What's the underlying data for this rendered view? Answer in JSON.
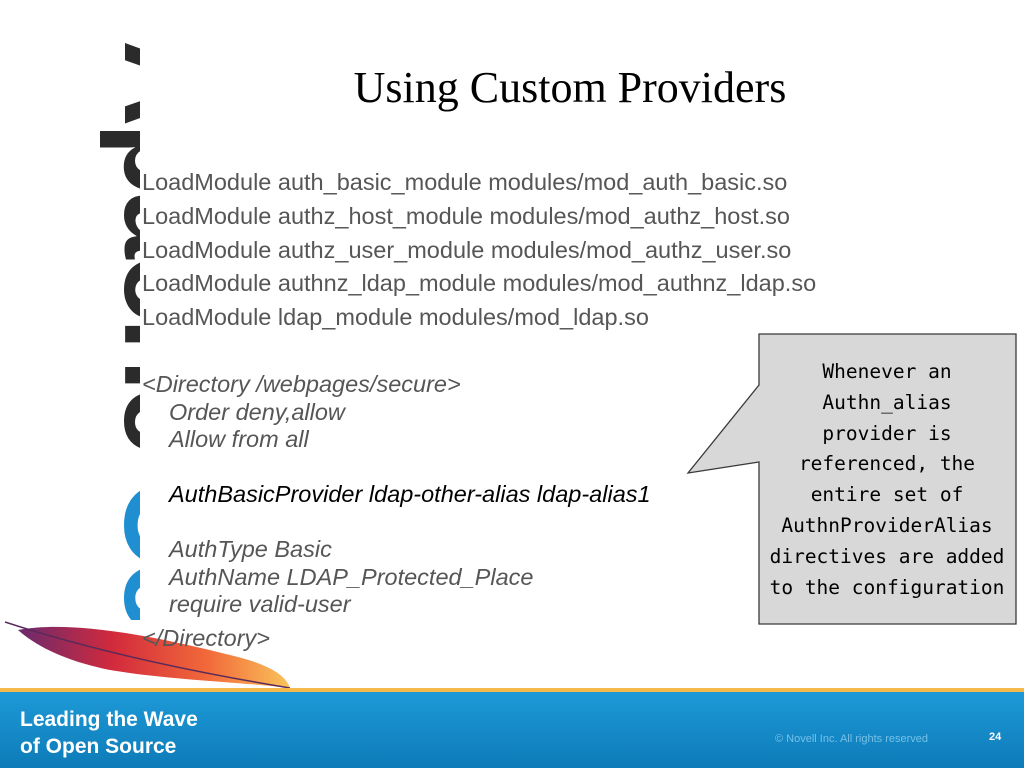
{
  "slide": {
    "title": "Using Custom Providers",
    "logo_text": "ApacheCon",
    "module_lines": [
      "LoadModule auth_basic_module modules/mod_auth_basic.so",
      "LoadModule authz_host_module modules/mod_authz_host.so",
      "LoadModule authz_user_module modules/mod_authz_user.so",
      "LoadModule authnz_ldap_module modules/mod_authnz_ldap.so",
      "LoadModule ldap_module modules/mod_ldap.so"
    ],
    "directory": {
      "open": "<Directory /webpages/secure>",
      "order": "Order deny,allow",
      "allow": "Allow from all",
      "provider": "AuthBasicProvider ldap-other-alias ldap-alias1",
      "auth_type": "AuthType Basic",
      "auth_name": "AuthName LDAP_Protected_Place",
      "require": "require valid-user",
      "close": "</Directory>"
    },
    "callout_lines": [
      "Whenever an",
      "Authn_alias",
      "provider is",
      "referenced, the",
      "entire set of",
      "AuthnProviderAlias",
      "directives are added",
      "to the configuration"
    ]
  },
  "footer": {
    "tagline_line1": "Leading the Wave",
    "tagline_line2": "of Open Source",
    "copyright": "© Novell Inc.  All rights reserved",
    "page_number": "24"
  },
  "colors": {
    "code_gray": "#565656",
    "footer_blue": "#1f9bd9",
    "logo_blue": "#1f8fd1",
    "feather_red": "#d22a3c"
  }
}
